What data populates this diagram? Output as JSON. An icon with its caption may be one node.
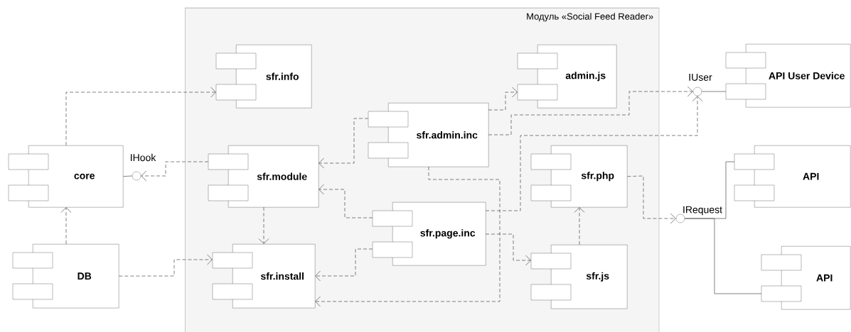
{
  "diagram": {
    "nodes": [
      {
        "text": [
          "Модуль «Social Feed Reader»"
        ]
      },
      {
        "text": [
          "sfr.info"
        ],
        "in": 0
      },
      {
        "text": [
          "admin.js"
        ],
        "in": 0
      },
      {
        "text": [
          "sfr.admin.inc"
        ],
        "in": 0
      },
      {
        "text": [
          "sfr.module"
        ],
        "in": 0
      },
      {
        "text": [
          "sfr.php"
        ],
        "in": 0
      },
      {
        "text": [
          "sfr.page.inc"
        ],
        "in": 0
      },
      {
        "text": [
          "sfr.install"
        ],
        "in": 0
      },
      {
        "text": [
          "sfr.js"
        ],
        "in": 0
      },
      {
        "text": [
          "core"
        ]
      },
      {
        "text": [
          "DB"
        ]
      },
      {
        "text": [
          "API User Device"
        ]
      },
      {
        "text": [
          "API"
        ]
      },
      {
        "text": [
          "API"
        ]
      },
      {
        "text": [
          "IHook"
        ]
      },
      {
        "text": [
          "IUser"
        ]
      },
      {
        "text": [
          "IRequest"
        ]
      }
    ],
    "edges": [
      {
        "from": 9,
        "to": 1,
        "arrow": "to",
        "style": "dashed"
      },
      {
        "from": 4,
        "to": 14,
        "arrow": "to",
        "style": "dashed"
      },
      {
        "from": 14,
        "to": 9,
        "arrow": "none"
      },
      {
        "from": 10,
        "to": 9,
        "arrow": "to",
        "style": "dashed"
      },
      {
        "from": 10,
        "to": 7,
        "arrow": "to",
        "style": "dashed"
      },
      {
        "from": 4,
        "to": 7,
        "arrow": "to",
        "style": "dashed"
      },
      {
        "from": 3,
        "to": 4,
        "arrow": "to",
        "style": "dashed"
      },
      {
        "from": 6,
        "to": 4,
        "arrow": "to",
        "style": "dashed"
      },
      {
        "from": 6,
        "to": 7,
        "arrow": "to",
        "style": "dashed"
      },
      {
        "from": 3,
        "to": 7,
        "arrow": "to",
        "style": "dashed"
      },
      {
        "from": 3,
        "to": 2,
        "arrow": "to",
        "style": "dashed"
      },
      {
        "from": 3,
        "to": 15,
        "arrow": "to",
        "style": "dashed"
      },
      {
        "from": 6,
        "to": 15,
        "arrow": "to",
        "style": "dashed"
      },
      {
        "from": 6,
        "to": 8,
        "arrow": "to",
        "style": "dashed"
      },
      {
        "from": 8,
        "to": 5,
        "arrow": "to",
        "style": "dashed"
      },
      {
        "from": 5,
        "to": 16,
        "arrow": "to",
        "style": "dashed"
      },
      {
        "from": 16,
        "to": 12,
        "arrow": "none"
      },
      {
        "from": 16,
        "to": 13,
        "arrow": "none"
      },
      {
        "from": 15,
        "to": 11,
        "arrow": "none"
      }
    ]
  }
}
